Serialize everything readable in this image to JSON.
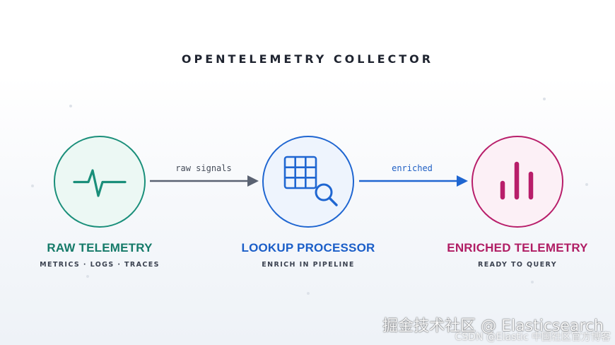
{
  "title": "OPENTELEMETRY COLLECTOR",
  "nodes": [
    {
      "label": "RAW TELEMETRY",
      "sublabel": "METRICS · LOGS · TRACES",
      "icon": "pulse-icon",
      "color": "#1a8f7a"
    },
    {
      "label": "LOOKUP PROCESSOR",
      "sublabel": "ENRICH IN PIPELINE",
      "icon": "table-search-icon",
      "color": "#1f66d1"
    },
    {
      "label": "ENRICHED TELEMETRY",
      "sublabel": "READY TO QUERY",
      "icon": "bar-chart-icon",
      "color": "#b81e6a"
    }
  ],
  "arrows": [
    {
      "label": "raw signals",
      "color": "#5a6272"
    },
    {
      "label": "enriched",
      "color": "#1f66d1"
    }
  ],
  "watermark": {
    "main": "掘金技术社区 @ Elasticsearch",
    "sub": "CSDN @Elastic 中国社区官方博客"
  }
}
